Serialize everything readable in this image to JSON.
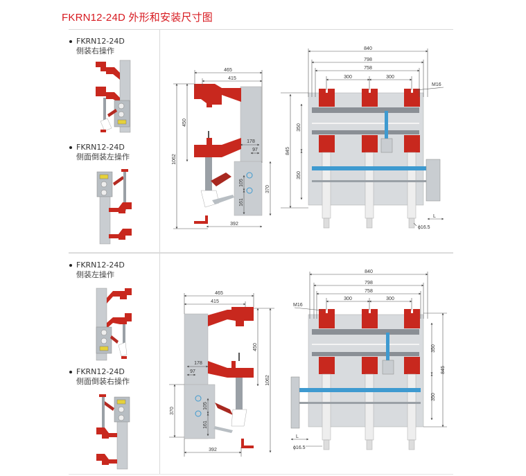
{
  "page": {
    "title": "FKRN12-24D 外形和安装尺寸图"
  },
  "variants": [
    {
      "model": "FKRN12-24D",
      "mounting": "侧装右操作"
    },
    {
      "model": "FKRN12-24D",
      "mounting": "侧面倒装左操作"
    },
    {
      "model": "FKRN12-24D",
      "mounting": "侧装左操作"
    },
    {
      "model": "FKRN12-24D",
      "mounting": "侧面倒装右操作"
    }
  ],
  "side_view": {
    "dims": {
      "overall_width": "465",
      "upper_width": "415",
      "insulator_gap": "450",
      "overall_height": "1062",
      "offset_178": "178",
      "offset_97": "97",
      "hole_spacing": "105",
      "hole_bottom": "161",
      "panel_height": "370",
      "base_width": "392"
    }
  },
  "front_view": {
    "dims": {
      "width_840": "840",
      "width_798": "798",
      "width_758": "758",
      "pitch_left": "300",
      "pitch_right": "300",
      "bolt": "M16",
      "vertical_upper": "350",
      "vertical_lower": "350",
      "vertical_total": "845",
      "hole_dia": "ϕ16.5",
      "handle_len": "L"
    }
  },
  "colors": {
    "accent": "#d7191f",
    "insulator_red": "#c8281e",
    "frame_gray": "#c9cdd1",
    "shaft_blue": "#3e9ad0",
    "dim_line": "#555555"
  }
}
